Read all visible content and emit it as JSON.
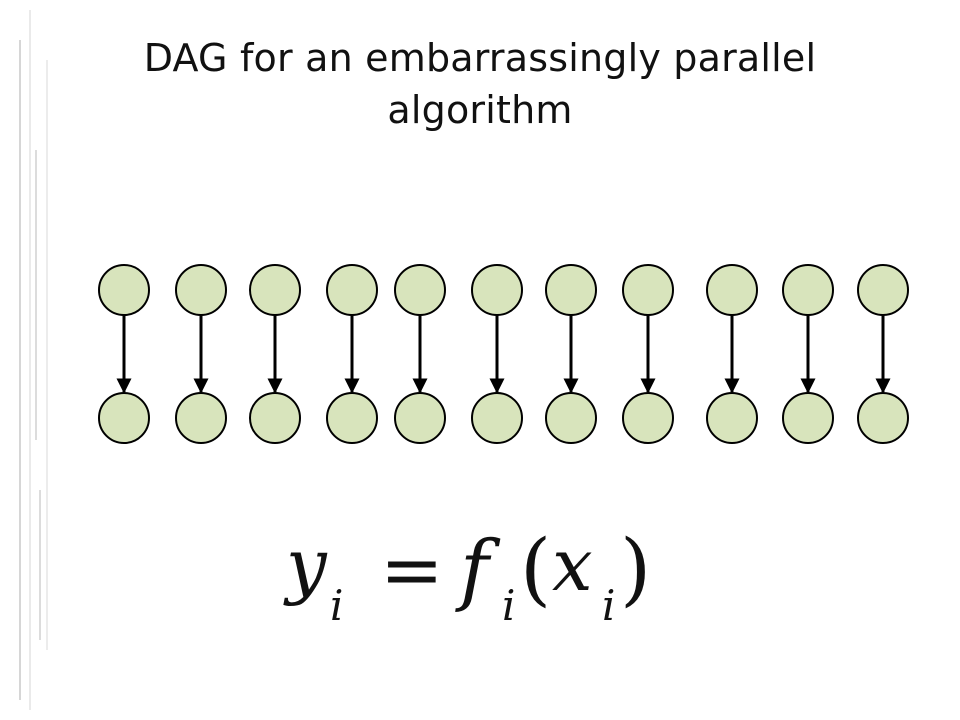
{
  "slide": {
    "title_lines": [
      "DAG for an embarrassingly parallel",
      "algorithm"
    ]
  },
  "diagram": {
    "type": "dag",
    "pairs": 11,
    "node_fill": "#d8e4bc",
    "node_stroke": "#000000",
    "edge_color": "#000000"
  },
  "formula": {
    "lhs_var": "y",
    "lhs_sub": "i",
    "equals": "=",
    "func": "f",
    "func_sub": "i",
    "open_paren": "(",
    "arg_var": "x",
    "arg_sub": "i",
    "close_paren": ")"
  },
  "colors": {
    "background": "#ffffff",
    "text": "#111111",
    "decor_line": "#d9d9d9"
  }
}
